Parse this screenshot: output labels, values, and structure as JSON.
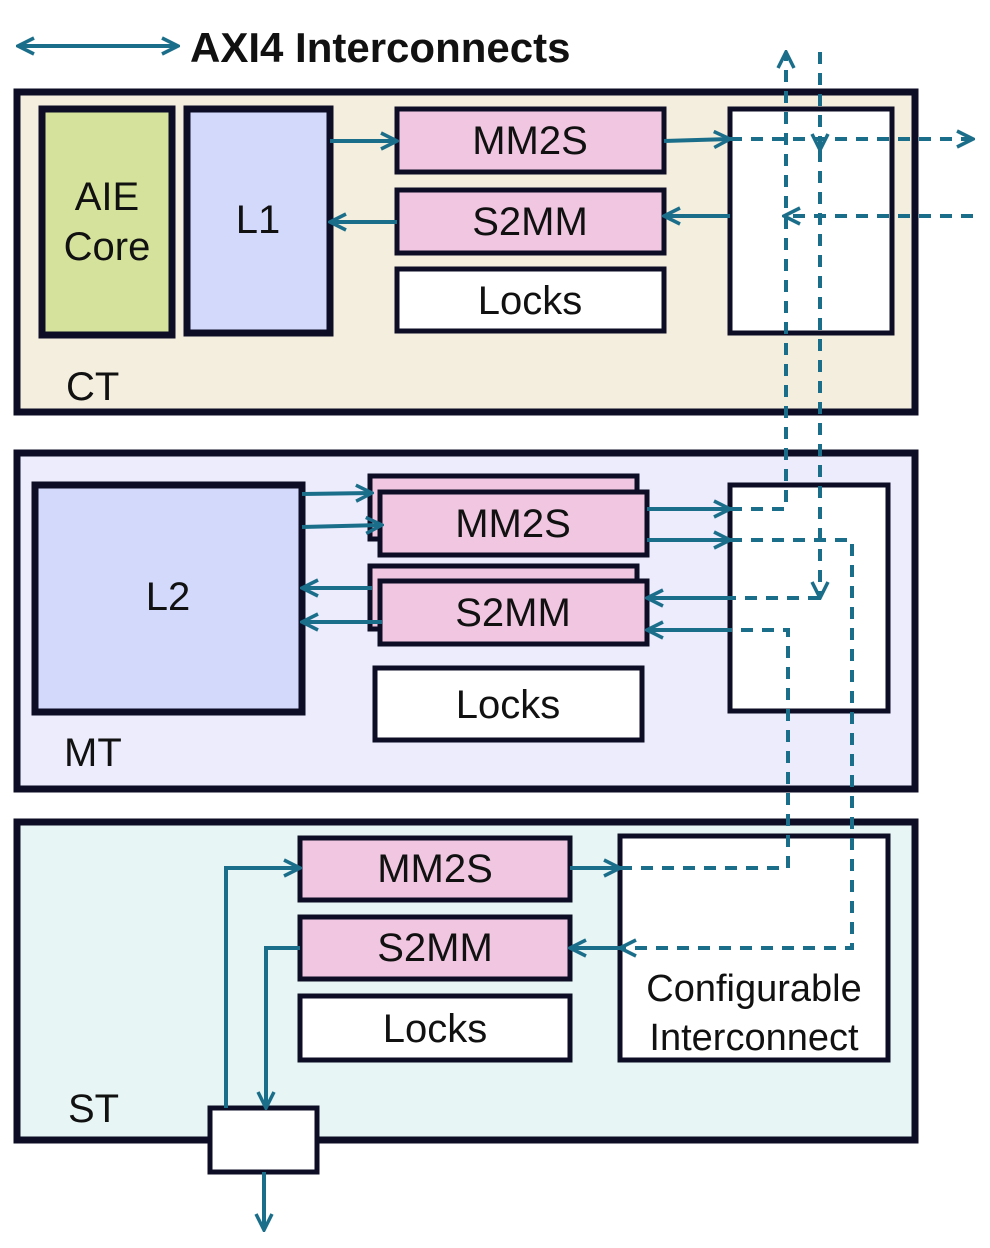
{
  "legend": {
    "label": "AXI4 Interconnects"
  },
  "colors": {
    "border": "#0d0d26",
    "arrow": "#1a6e8a",
    "ct_bg": "#f3eedd",
    "mt_bg": "#ececfc",
    "st_bg": "#e7f6f4",
    "aie_core": "#d5e29b",
    "mem": "#d2d9fa",
    "dma": "#f0c6e0",
    "white": "#ffffff"
  },
  "tiles": {
    "ct": {
      "label": "CT",
      "aie_core": [
        "AIE",
        "Core"
      ],
      "memory": "L1",
      "mm2s": "MM2S",
      "s2mm": "S2MM",
      "locks": "Locks"
    },
    "mt": {
      "label": "MT",
      "memory": "L2",
      "mm2s": "MM2S",
      "s2mm": "S2MM",
      "locks": "Locks"
    },
    "st": {
      "label": "ST",
      "mm2s": "MM2S",
      "s2mm": "S2MM",
      "locks": "Locks",
      "interconnect": [
        "Configurable",
        "Interconnect"
      ]
    }
  }
}
